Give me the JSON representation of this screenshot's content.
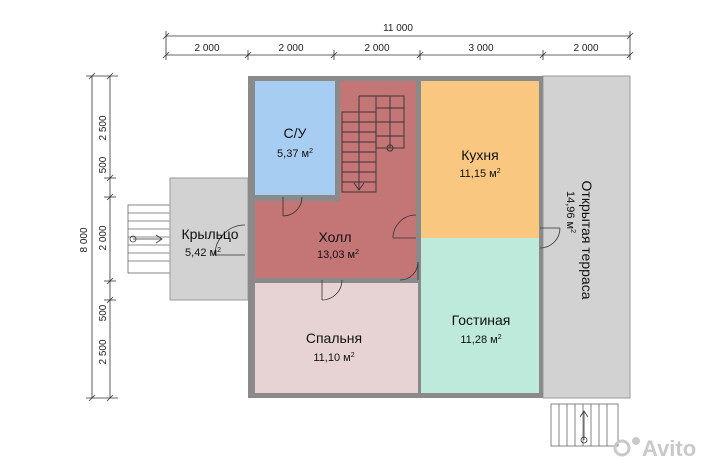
{
  "dimensions": {
    "total_width": "11 000",
    "total_height": "8 000",
    "top_segments": [
      "2 000",
      "2 000",
      "2 000",
      "3 000",
      "2 000"
    ],
    "left_segments": [
      "2 500",
      "500",
      "2 000",
      "500",
      "2 500"
    ]
  },
  "rooms": {
    "su": {
      "name": "С/У",
      "area": "5,37 м",
      "sup": "2"
    },
    "kitchen": {
      "name": "Кухня",
      "area": "11,15 м",
      "sup": "2"
    },
    "terrace": {
      "name": "Открытая терраса",
      "area": "14,96 м",
      "sup": "2"
    },
    "porch": {
      "name": "Крыльцо",
      "area": "5,42 м",
      "sup": "2"
    },
    "hall": {
      "name": "Холл",
      "area": "13,03 м",
      "sup": "2"
    },
    "bedroom": {
      "name": "Спальня",
      "area": "11,10 м",
      "sup": "2"
    },
    "living": {
      "name": "Гостиная",
      "area": "11,28 м",
      "sup": "2"
    }
  },
  "colors": {
    "su": "#a8cdf2",
    "kitchen": "#f9c77f",
    "terrace": "#d2d2d2",
    "porch": "#d2d2d2",
    "hall": "#c47575",
    "bedroom": "#e7d3d3",
    "living": "#bdeadb",
    "wall": "#8a8a8a"
  },
  "watermark": "Avito"
}
